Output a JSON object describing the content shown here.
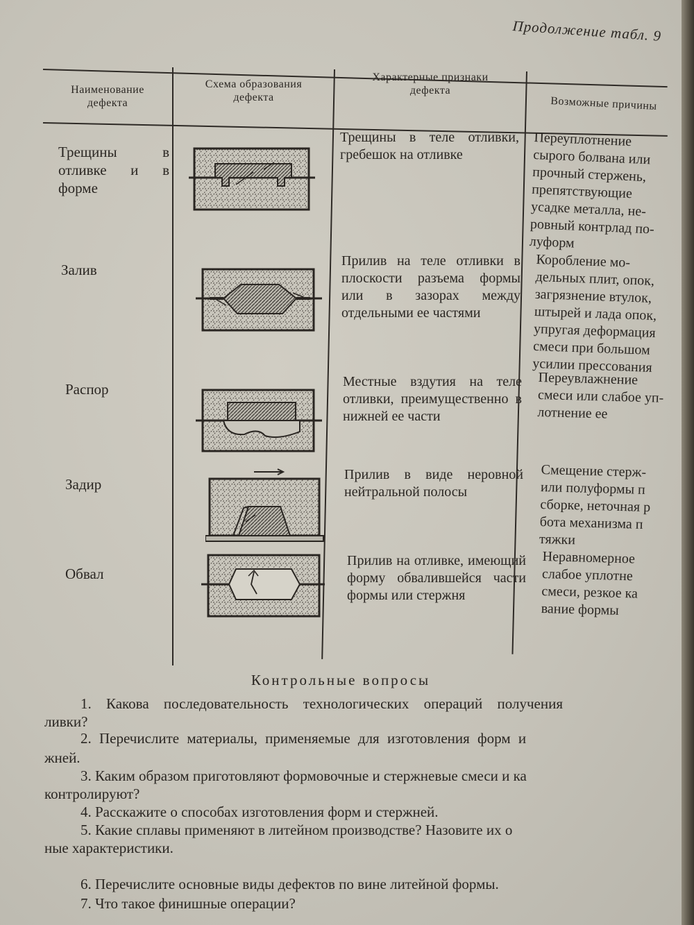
{
  "continuation": "Продолжение табл. 9",
  "table": {
    "headers": [
      "Наименование\nдефекта",
      "Схема образования\nдефекта",
      "Характерные признаки\nдефекта",
      "Возможные причины"
    ],
    "rows": [
      {
        "name": "Трещины в отливке и в форме",
        "signs": "Трещины в теле отливки, гребешок на отливке",
        "causes": "Переуплотнение\nсырого болвана или\nпрочный стержень,\nпрепятствующие\nусадке металла, не-\nровный контрлад по-\nлуформ"
      },
      {
        "name": "Залив",
        "signs": "Прилив на теле отливки в плоскости разъема формы или в зазорах между отдельными ее частями",
        "causes": "Коробление мо-\nдельных плит, опок,\nзагрязнение втулок,\nштырей и лада опок,\nупругая деформация\nсмеси при большом\nусилии прессования"
      },
      {
        "name": "Распор",
        "signs": "Местные вздутия на теле отливки, преимущественно в нижней ее части",
        "causes": "Переувлажнение\nсмеси или слабое уп-\nлотнение ее"
      },
      {
        "name": "Задир",
        "signs": "Прилив в виде неровной нейтральной полосы",
        "causes": "Смещение стерж-\nили полуформы п\nсборке, неточная р\nбота механизма п\nтяжки"
      },
      {
        "name": "Обвал",
        "signs": "Прилив на отливке, имеющий форму обвалившейся части формы или стержня",
        "causes": "Неравномерное\nслабое уплотне\nсмеси, резкое ка\nвание формы"
      }
    ]
  },
  "questions_title": "Контрольные вопросы",
  "questions": [
    "1. Какова последовательность технологических операций получения",
    "ливки?",
    "2. Перечислите материалы, применяемые для изготовления форм и",
    "жней.",
    "3. Каким образом приготовляют формовочные и стержневые смеси и ка",
    "контролируют?",
    "4. Расскажите о способах изготовления форм и стержней.",
    "5. Какие сплавы применяют в литейном производстве? Назовите их о",
    "ные характеристики.",
    "6. Перечислите основные виды дефектов по вине литейной формы.",
    "7. Что такое финишные операции?"
  ]
}
